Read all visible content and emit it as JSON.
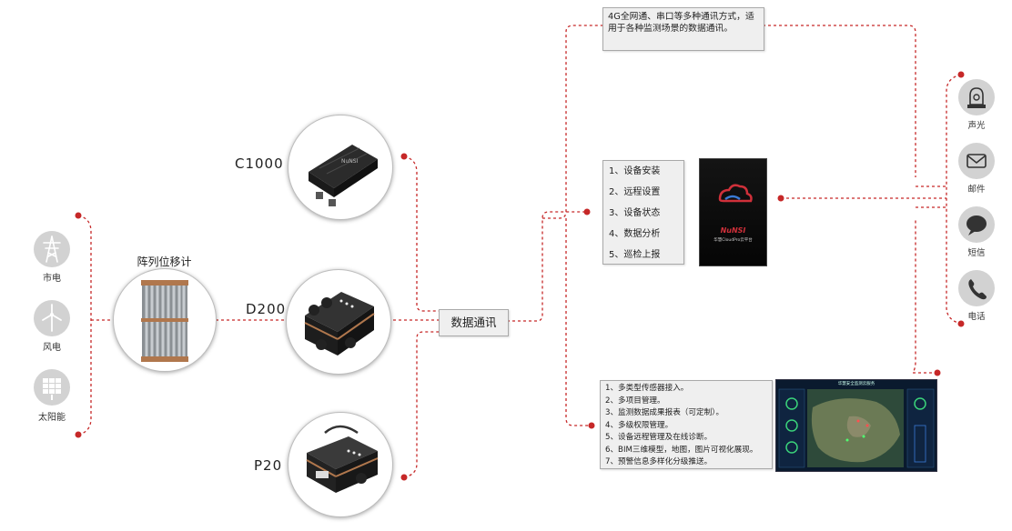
{
  "colors": {
    "connector": "#c62828",
    "icon_bg": "#d2d2d2",
    "box_bg": "#efefef"
  },
  "power": {
    "items": [
      {
        "label": "市电",
        "icon": "power-tower-icon"
      },
      {
        "label": "风电",
        "icon": "wind-turbine-icon"
      },
      {
        "label": "太阳能",
        "icon": "solar-panel-icon"
      }
    ]
  },
  "sensor": {
    "label": "阵列位移计"
  },
  "devices": [
    {
      "label": "C1000"
    },
    {
      "label": "D200"
    },
    {
      "label": "P20"
    }
  ],
  "hub": {
    "label": "数据通讯"
  },
  "comm_box": {
    "text": "4G全网通、串口等多种通讯方式，适用于各种监测场景的数据通讯。"
  },
  "app_features": [
    "1、设备安装",
    "2、远程设置",
    "3、设备状态",
    "4、数据分析",
    "5、巡检上报"
  ],
  "app_screen": {
    "brand": "NuNSI",
    "caption": "华慧CloudPro云平台"
  },
  "platform_features": [
    "1、多类型传感器接入。",
    "2、多项目管理。",
    "3、监测数据成果报表（可定制）。",
    "4、多级权限管理。",
    "5、设备远程管理及在线诊断。",
    "6、BIM三维模型，地图，图片可视化展现。",
    "7、预警信息多样化分级推送。"
  ],
  "dashboard": {
    "title": "华慧安全监测云服务"
  },
  "alerts": [
    {
      "label": "声光",
      "icon": "siren-icon"
    },
    {
      "label": "邮件",
      "icon": "mail-icon"
    },
    {
      "label": "短信",
      "icon": "sms-icon"
    },
    {
      "label": "电话",
      "icon": "phone-icon"
    }
  ]
}
